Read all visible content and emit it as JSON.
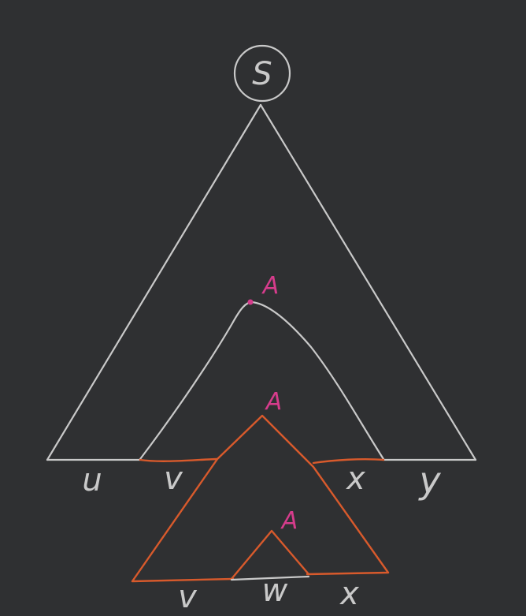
{
  "colors": {
    "background": "#2f3032",
    "tree_outline": "#c9c9c9",
    "subtree_outline": "#d85a2c",
    "variable_label": "#d63c8c",
    "terminal_label": "#c9c9c9"
  },
  "root": {
    "label": "S"
  },
  "nonterminals": {
    "outer_a": "A",
    "middle_a": "A",
    "inner_a": "A"
  },
  "top_row_labels": {
    "u": "u",
    "v": "v",
    "x": "x",
    "y": "y"
  },
  "bottom_row_labels": {
    "v": "v",
    "w": "w",
    "x": "x"
  }
}
